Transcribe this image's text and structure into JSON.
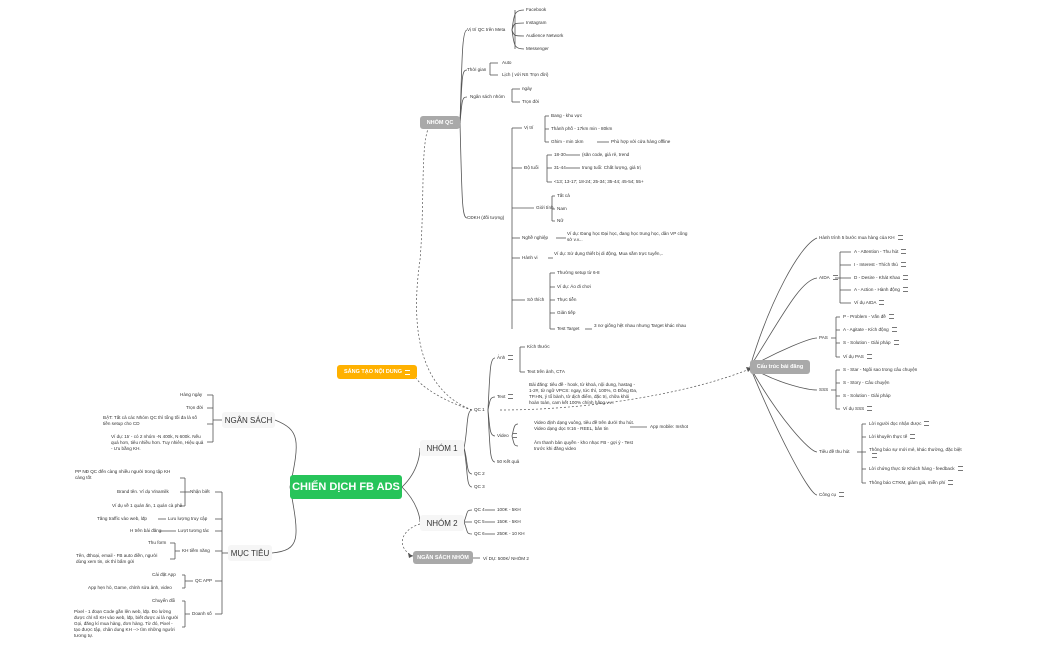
{
  "root": {
    "label": "CHIẾN DỊCH FB ADS"
  },
  "right": {
    "nhom_qc": {
      "label": "NHÓM QC",
      "vitri": {
        "label": "Vị trí QC trên Meta",
        "items": [
          "Facebook",
          "Instagram",
          "Audience Network",
          "Messenger"
        ]
      },
      "thoigian": {
        "label": "Thời gian",
        "items": [
          "Auto",
          "Lịch ( với NS Trọn đời)"
        ]
      },
      "ngansach": {
        "label": "Ngân sách nhóm",
        "items": [
          "ngày",
          "Trọn đời"
        ]
      },
      "cdkh": {
        "label": "CĐKH (đối tượng)",
        "vitri": {
          "label": "Vị trí",
          "items": [
            "Bang - khu vực",
            "Thành phố - 17km min - 80km",
            "Ghim - min 1km"
          ],
          "note": "Phù hợp với cửa hàng offline"
        },
        "dotuoi": {
          "label": "Độ tuổi",
          "a": "18-30",
          "a_note": "(săn code, giá rẻ, trend",
          "b": "31-44",
          "b_note": "trung tuổi: Chất lượng, giá trị",
          "c": "<13; 13-17; 18-24; 25-34; 35-44; 45-54; 55+"
        },
        "gioitinh": {
          "label": "Giới tính",
          "items": [
            "Tất cả",
            "Nam",
            "Nữ"
          ]
        },
        "nghenghiep": {
          "label": "Nghề nghiệp",
          "note": "Ví dụ: Đang học Đại học, đang học trung học, dân VP công sở v.v..."
        },
        "hanhvi": {
          "label": "Hành vi",
          "note": "Ví dụ: Sử dụng thiết bị di động, Mua sắm trực tuyến,.."
        },
        "sothich": {
          "label": "Sở thích",
          "items": [
            "Thường setup từ 6-8",
            "Ví dụ: Áo đi chơi",
            "Thực tiễn",
            "Giản tiếp"
          ],
          "target": "Test Target",
          "target_note": "3 nơ giống hệt nhau nhưng Target khác nhau"
        }
      }
    },
    "sang_tao": "SÁNG TẠO NỘI DUNG",
    "nhom1": {
      "label": "NHÓM 1",
      "qc1": "QC 1",
      "anh": {
        "label": "Ảnh",
        "items": [
          "Kích thước",
          "Text trên ảnh, CTA"
        ]
      },
      "text": {
        "label": "Text",
        "note": "Bài đăng: tiêu đề - hook, từ khoá, nội dung, hastag - 1-2#, từ ngữ VPCS: ngay, tức thì, 100%, G Đồng Đa, TP.HN, ý tổ bành, tờ dịch điểm, đặc trị, chữa khỏi hoàn toàn, cam kết 100% chính hãng v.v.."
      },
      "video": {
        "label": "Video",
        "a": "Video định dạng vuông, tiêu đề trên dưới thu hút. Video dạng dọc 9:16 - REEL, bản tin",
        "a_note": "App mobile: Inshot",
        "b": "Âm thanh bản quyền - kho nhạc FB - gợi ý - Test trước khi đăng video"
      },
      "ketqua": "50 Kết quả",
      "qc2": "QC 2",
      "qc3": "QC 3"
    },
    "nhom2": {
      "label": "NHÓM 2",
      "rows": [
        {
          "qc": "QC 4",
          "v": "100K - 5KH"
        },
        {
          "qc": "QC 5",
          "v": "150K - 5KH"
        },
        {
          "qc": "QC 6",
          "v": "250K - 10 KH"
        }
      ]
    },
    "ngansach_nhom": {
      "label": "NGÂN SÁCH NHÓM",
      "note": "Ví DỤ: 500K/ NHÓM 2"
    }
  },
  "cautruc": {
    "label": "Cấu trúc bài đăng",
    "hanhtrinh": "Hành trình 5 bước mua hàng của KH",
    "aida": {
      "label": "AIDA",
      "items": [
        "A - Attention - Thu hút",
        "I - Interest - Thích thú",
        "D - Desire - Khát Khao",
        "A - Action - Hành động",
        "Ví dụ AIDA"
      ]
    },
    "pas": {
      "label": "PAS",
      "items": [
        "P - Problem - Vấn đề",
        "A - Agitate - Kích động",
        "S - Solution - Giải pháp",
        "Ví dụ PAS"
      ]
    },
    "sss": {
      "label": "SSS",
      "items": [
        "S - Star - Ngôi sao trong câu chuyện",
        "S - Story - Câu chuyện",
        "S - Solution - Giải pháp",
        "Ví dụ SSS"
      ]
    },
    "tieude": {
      "label": "Tiêu đề thu hút",
      "items": [
        "Lời người đọc nhận được",
        "Lời khuyên thực tế",
        "Thông báo sự mới mẻ, khác thường, đặc biệt",
        "Lời chứng thực từ Khách hàng - feedback",
        "Thông báo CTKM, giảm giá, miễn phí"
      ]
    },
    "congcu": "Công cụ"
  },
  "left": {
    "ngansach": {
      "label": "NGÂN SÁCH",
      "items": [
        "Hàng ngày",
        "Trọn đời",
        "BẬT: Tất cả các Nhóm QC thì tổng tối đa là số tiền setup cho CD",
        "Ví dụ: 1tr - có 2 nhóm -N 400k, N 600k. Nếu quá hơn, tiêu nhiều hơn. Tuy nhiên, Hiệu quả - Ưu bằng KH."
      ]
    },
    "muctieu": {
      "label": "MỤC TIÊU",
      "nhanbiet": {
        "label": "Nhận biết",
        "items": [
          "PP NĐ QC đến càng nhiều người trong tập KH càng tốt",
          "Brand tên. Ví dụ Vinamilk",
          "Ví dụ về 1 quán ăn, 1 quán cà phê"
        ]
      },
      "luutruong": {
        "label": "Lưu lượng truy cập",
        "note": "Tăng traffic vào web, lđp"
      },
      "luottuongtac": {
        "label": "Lượt tương tác",
        "note": "H trên bài đăng"
      },
      "khtiemnang": {
        "label": "KH tiềm năng",
        "items": [
          "Thu form",
          "Tên, đthoại, email - FB auto điền, người dùng xem tin, ok thì bấm gửi"
        ]
      },
      "qcapp": {
        "label": "QC APP",
        "items": [
          "Cài đặt App",
          "App hẹn hò, Game, chỉnh sửa ảnh, video"
        ]
      },
      "doanhso": {
        "label": "Doanh số",
        "items": [
          "Chuyển đổi",
          "Pixel - 1 đoạn Code gắn lên web, lđp. Đo lường được chỉ số KH vào web, lđp, biết được ai là người Gọi, đăng kí mua hàng, đơn hàng. Từ đó, Pixel - tạo được tập, chân dung KH --> tìm những người tương tự."
        ]
      }
    }
  }
}
